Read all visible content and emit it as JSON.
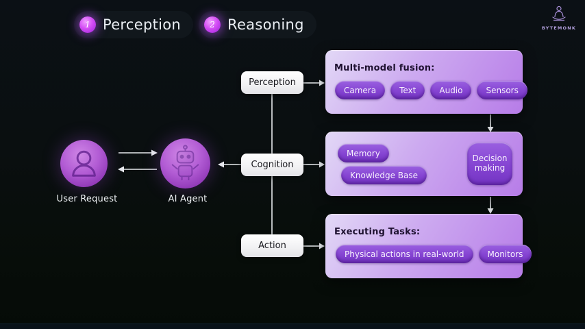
{
  "header": {
    "badges": [
      {
        "number": "1",
        "label": "Perception"
      },
      {
        "number": "2",
        "label": "Reasoning"
      }
    ],
    "logo_text": "BYTEMONK"
  },
  "actors": {
    "user": {
      "label": "User Request"
    },
    "agent": {
      "label": "AI Agent"
    }
  },
  "flow_nodes": [
    {
      "label": "Perception"
    },
    {
      "label": "Cognition"
    },
    {
      "label": "Action"
    }
  ],
  "panels": [
    {
      "title": "Multi-model fusion:",
      "pills": [
        "Camera",
        "Text",
        "Audio",
        "Sensors"
      ]
    },
    {
      "pills": [
        "Memory",
        "Knowledge Base"
      ],
      "side_box": "Decision making"
    },
    {
      "title": "Executing Tasks:",
      "pills": [
        "Physical actions in real-world",
        "Monitors"
      ]
    }
  ],
  "colors": {
    "background": "#0a0f10",
    "accent_glow": "#c44ff2",
    "panel_light": "#e2d8f6",
    "panel_deep": "#b77ce8",
    "pill_purple": "#8544d2",
    "node_white": "#f5f5f7",
    "connector": "#e8ebee"
  }
}
